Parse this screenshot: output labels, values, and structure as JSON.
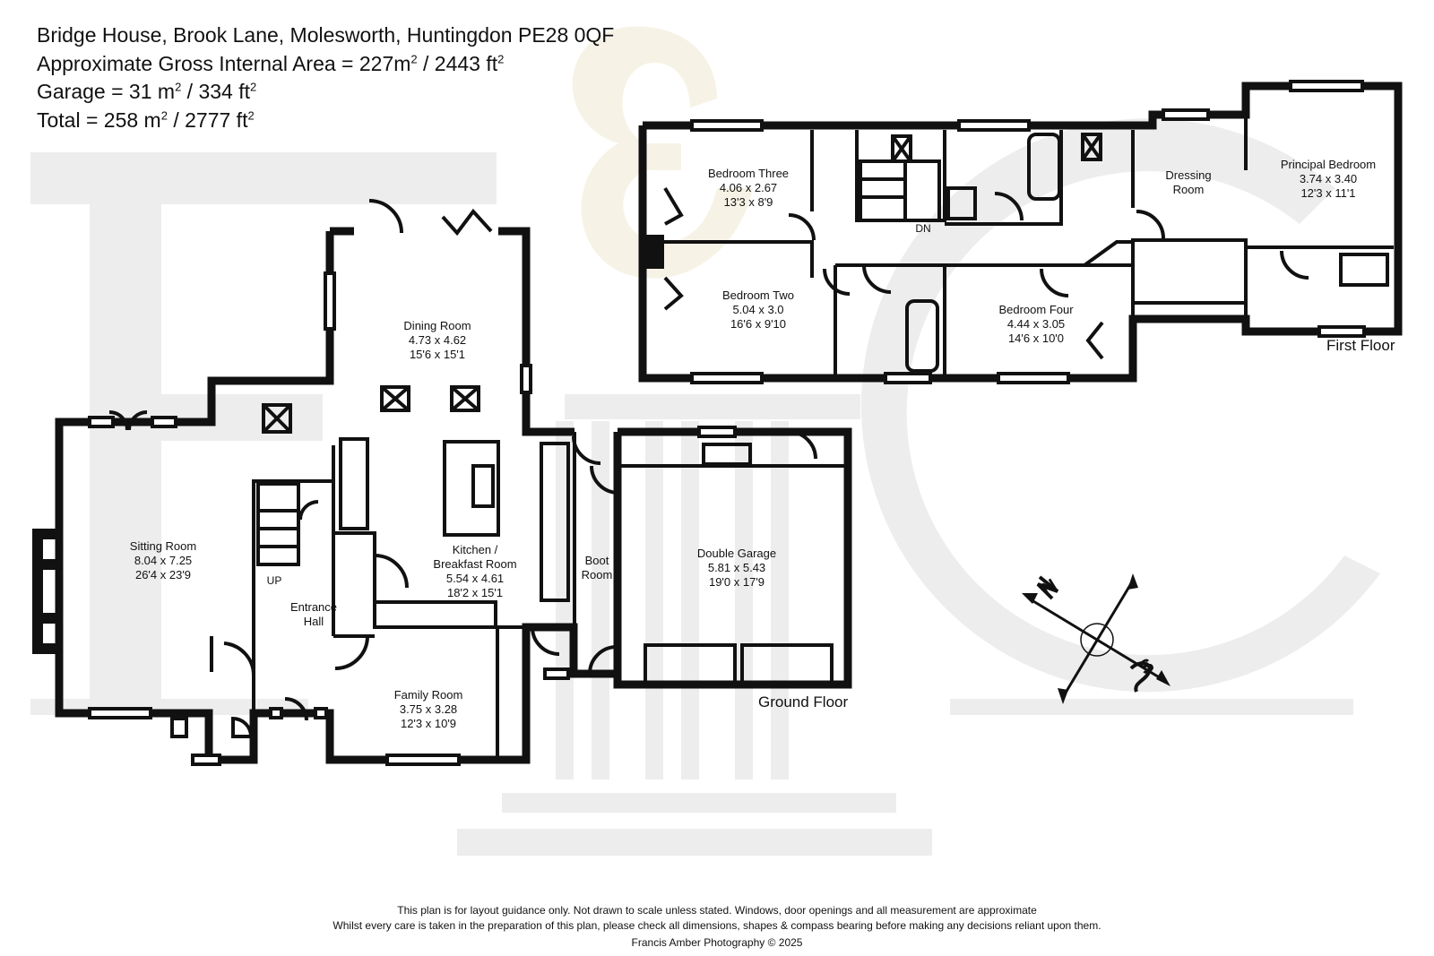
{
  "header": {
    "address": "Bridge House, Brook Lane, Molesworth, Huntingdon PE28 0QF",
    "gia_prefix": "Approximate Gross Internal Area = 227m",
    "gia_sup1": "2",
    "gia_mid": " / 2443 ft",
    "gia_sup2": "2",
    "garage_prefix": "Garage = 31 m",
    "garage_sup1": "2",
    "garage_mid": " / 334 ft",
    "garage_sup2": "2",
    "total_prefix": "Total = 258 m",
    "total_sup1": "2",
    "total_mid": " / 2777 ft",
    "total_sup2": "2"
  },
  "rooms": {
    "dining": {
      "name": "Dining Room",
      "metric": "4.73 x 4.62",
      "imperial": "15'6 x 15'1"
    },
    "sitting": {
      "name": "Sitting Room",
      "metric": "8.04 x 7.25",
      "imperial": "26'4 x 23'9"
    },
    "kitchen": {
      "name1": "Kitchen /",
      "name2": "Breakfast Room",
      "metric": "5.54 x 4.61",
      "imperial": "18'2 x 15'1"
    },
    "entrance": {
      "name1": "Entrance",
      "name2": "Hall"
    },
    "family": {
      "name": "Family Room",
      "metric": "3.75 x 3.28",
      "imperial": "12'3 x 10'9"
    },
    "boot": {
      "name1": "Boot",
      "name2": "Room"
    },
    "garage": {
      "name": "Double Garage",
      "metric": "5.81 x 5.43",
      "imperial": "19'0 x 17'9"
    },
    "bed3": {
      "name": "Bedroom Three",
      "metric": "4.06 x 2.67",
      "imperial": "13'3 x 8'9"
    },
    "bed2": {
      "name": "Bedroom Two",
      "metric": "5.04 x 3.0",
      "imperial": "16'6 x 9'10"
    },
    "bed4": {
      "name": "Bedroom Four",
      "metric": "4.44 x 3.05",
      "imperial": "14'6 x 10'0"
    },
    "dressing": {
      "name1": "Dressing",
      "name2": "Room"
    },
    "principal": {
      "name": "Principal Bedroom",
      "metric": "3.74 x 3.40",
      "imperial": "12'3 x 11'1"
    }
  },
  "stairs": {
    "up": "UP",
    "down": "DN"
  },
  "floors": {
    "ground": "Ground Floor",
    "first": "First Floor"
  },
  "compass": {
    "north": "N",
    "south": "S"
  },
  "footer": {
    "line1": "This plan is for layout guidance only. Not drawn to scale unless stated. Windows, door openings and all measurement are approximate",
    "line2": "Whilst every care is taken in the preparation of this plan, please check all dimensions, shapes & compass bearing before making any decisions reliant upon them.",
    "line3": "Francis Amber Photography ©  2025"
  },
  "colors": {
    "wall": "#111111",
    "watermark": "#ededed",
    "watermark_ampersand": "#f6f3e6",
    "text": "#111111"
  }
}
